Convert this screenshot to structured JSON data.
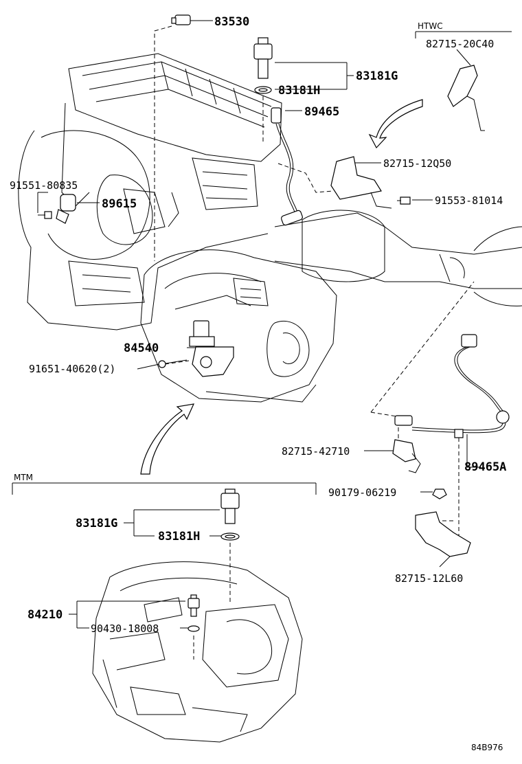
{
  "sections": {
    "htwc": "HTWC",
    "mtm": "MTM"
  },
  "labels": {
    "p83530": "83530",
    "p83181G_top": "83181G",
    "p83181H_top": "83181H",
    "p89465": "89465",
    "p82715_20C40": "82715-20C40",
    "p82715_12Q50": "82715-12Q50",
    "p91553_81014": "91553-81014",
    "p91551_80835": "91551-80835",
    "p89615": "89615",
    "p84540": "84540",
    "p91651_40620": "91651-40620(2)",
    "p82715_42710": "82715-42710",
    "p89465A": "89465A",
    "p90179_06219": "90179-06219",
    "p82715_12L60": "82715-12L60",
    "p83181G_bot": "83181G",
    "p83181H_bot": "83181H",
    "p84210": "84210",
    "p90430_18008": "90430-18008"
  },
  "figure_code": "84B976"
}
